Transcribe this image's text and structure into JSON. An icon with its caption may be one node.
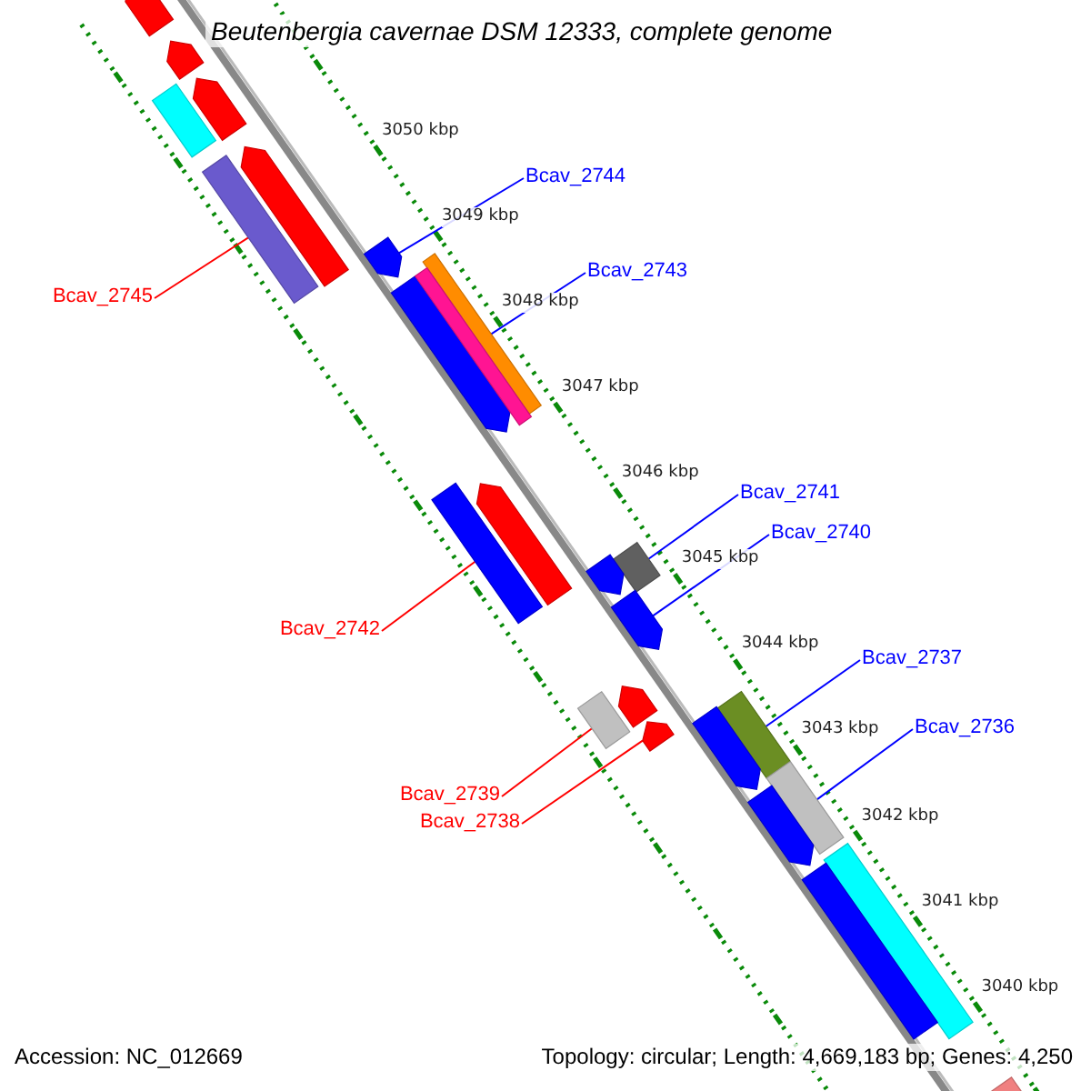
{
  "diagram": {
    "title": "Beutenbergia cavernae DSM 12333, complete genome",
    "nodes": [
      {
        "text": [
          "Bcav_2744"
        ]
      },
      {
        "text": [
          "Bcav_2743"
        ]
      },
      {
        "text": [
          "Bcav_2745"
        ]
      },
      {
        "text": [
          "Bcav_2741"
        ]
      },
      {
        "text": [
          "Bcav_2740"
        ]
      },
      {
        "text": [
          "Bcav_2742"
        ]
      },
      {
        "text": [
          "Bcav_2737"
        ]
      },
      {
        "text": [
          "Bcav_2736"
        ]
      },
      {
        "text": [
          "Bcav_2739"
        ]
      },
      {
        "text": [
          "Bcav_2738"
        ]
      },
      {
        "text": [],
        "shape": "bar"
      },
      {
        "text": [],
        "shape": "bar"
      },
      {
        "text": [],
        "shape": "bar"
      },
      {
        "text": [],
        "shape": "bar"
      },
      {
        "text": [],
        "shape": "bar"
      },
      {
        "text": [],
        "shape": "bar"
      },
      {
        "text": [],
        "shape": "bar"
      },
      {
        "text": [],
        "shape": "bar"
      },
      {
        "text": [],
        "shape": "bar"
      },
      {
        "text": [],
        "shape": "bar"
      },
      {
        "text": [],
        "shape": "bar"
      },
      {
        "text": [],
        "shape": "bar"
      },
      {
        "text": [],
        "shape": "bar"
      },
      {
        "text": [],
        "shape": "bar"
      },
      {
        "text": [],
        "shape": "bar"
      },
      {
        "text": [],
        "shape": "bar"
      },
      {
        "text": [],
        "shape": "bar"
      },
      {
        "text": [],
        "shape": "bar"
      },
      {
        "text": [],
        "shape": "bar"
      },
      {
        "text": [],
        "shape": "bar"
      },
      {
        "text": [],
        "shape": "bar"
      },
      {
        "text": [],
        "shape": "bar"
      },
      {
        "text": [],
        "shape": "bar"
      },
      {
        "text": [],
        "shape": "bar"
      },
      {
        "text": [],
        "shape": "bar"
      }
    ],
    "edges": [
      {
        "from": 0,
        "to": 10,
        "arrow": "none"
      },
      {
        "from": 1,
        "to": 11,
        "arrow": "none"
      },
      {
        "from": 2,
        "to": 12,
        "arrow": "none",
        "color": "#ff0000"
      },
      {
        "from": 3,
        "to": 13,
        "arrow": "none"
      },
      {
        "from": 4,
        "to": 14,
        "arrow": "none"
      },
      {
        "from": 5,
        "to": 15,
        "arrow": "none",
        "color": "#ff0000"
      },
      {
        "from": 6,
        "to": 16,
        "arrow": "none"
      },
      {
        "from": 7,
        "to": 17,
        "arrow": "none"
      },
      {
        "from": 8,
        "to": 18,
        "arrow": "none",
        "color": "#ff0000"
      },
      {
        "from": 9,
        "to": 19,
        "arrow": "none",
        "color": "#ff0000"
      }
    ],
    "labels": [
      "3050 kbp",
      "3049 kbp",
      "3048 kbp",
      "3047 kbp",
      "3046 kbp",
      "3045 kbp",
      "3044 kbp",
      "3043 kbp",
      "3042 kbp",
      "3041 kbp",
      "3040 kbp",
      "Accession: NC_012669",
      "Topology: circular; Length: 4,669,183 bp; Genes: 4,250"
    ]
  }
}
